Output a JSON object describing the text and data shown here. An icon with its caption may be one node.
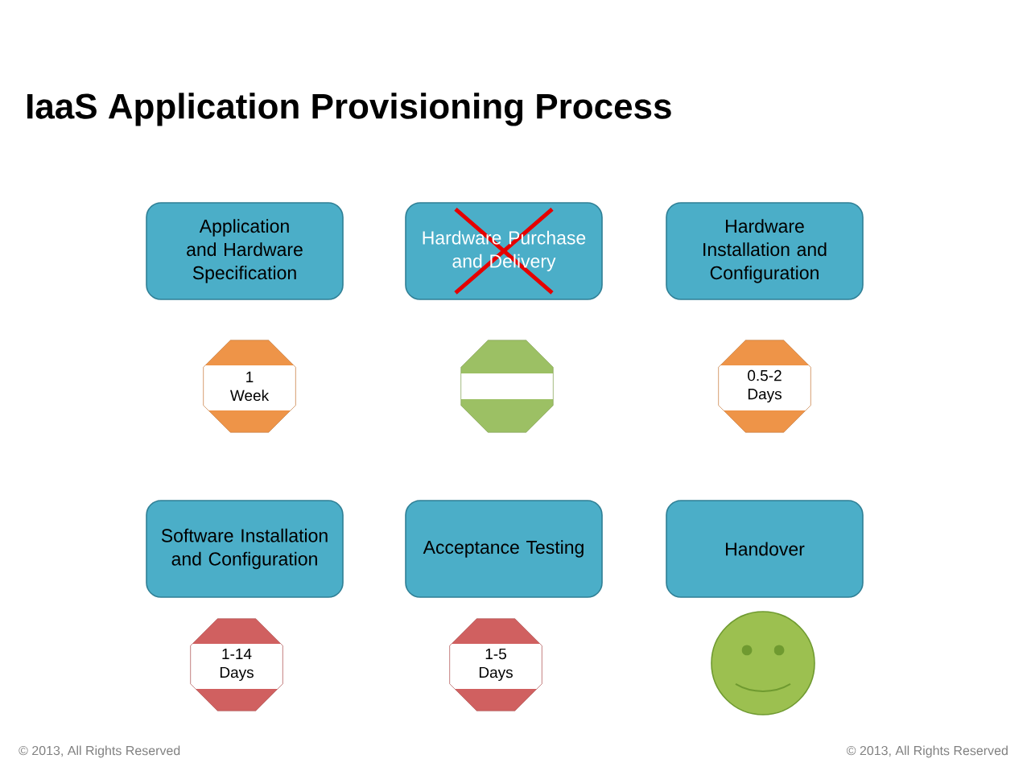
{
  "diagram": {
    "title": "IaaS Application Provisioning Process",
    "nodes": [
      {
        "text": [
          "Application and Hardware Specification"
        ]
      },
      {
        "text": [
          "Hardware Purchase and Delivery"
        ]
      },
      {
        "text": [
          "Hardware Installation and Configuration"
        ]
      },
      {
        "text": [
          "1 Week"
        ]
      },
      {
        "text": [],
        "shape": "octagon"
      },
      {
        "text": [
          "0.5-2 Days"
        ]
      },
      {
        "text": [
          "Software Installation and Configuration"
        ]
      },
      {
        "text": [
          "Acceptance Testing"
        ]
      },
      {
        "text": [
          "Handover"
        ]
      },
      {
        "text": [
          "1-14 Days"
        ]
      },
      {
        "text": [
          "1-5 Days"
        ]
      },
      {
        "text": [],
        "shape": "circle"
      }
    ],
    "edges": [],
    "labels": [
      "© 2013, All Rights Reserved",
      "© 2013, All Rights Reserved"
    ]
  }
}
